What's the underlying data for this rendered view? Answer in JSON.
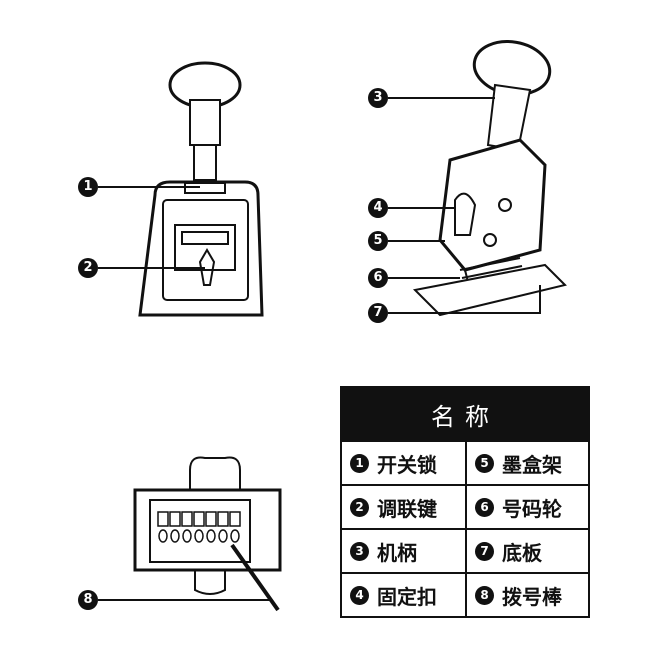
{
  "callouts": [
    "1",
    "2",
    "3",
    "4",
    "5",
    "6",
    "7",
    "8"
  ],
  "table": {
    "title": "名称",
    "rows": [
      [
        {
          "num": "1",
          "name": "开关锁"
        },
        {
          "num": "5",
          "name": "墨盒架"
        }
      ],
      [
        {
          "num": "2",
          "name": "调联键"
        },
        {
          "num": "6",
          "name": "号码轮"
        }
      ],
      [
        {
          "num": "3",
          "name": "机柄"
        },
        {
          "num": "7",
          "name": "底板"
        }
      ],
      [
        {
          "num": "4",
          "name": "固定扣"
        },
        {
          "num": "8",
          "name": "拨号棒"
        }
      ]
    ]
  }
}
